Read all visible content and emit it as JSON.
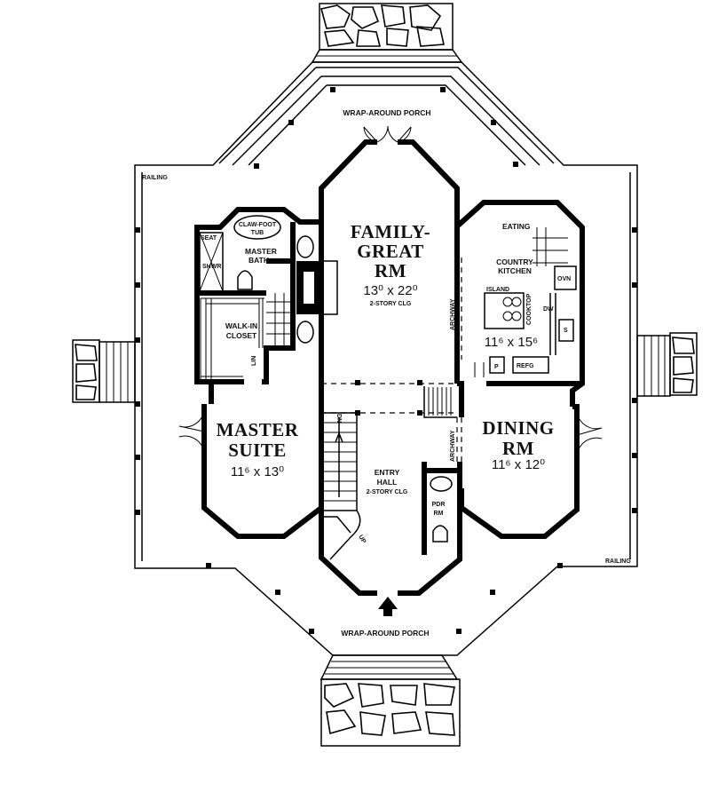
{
  "plan": {
    "labels": {
      "porch_top": "WRAP-AROUND PORCH",
      "porch_bottom": "WRAP-AROUND PORCH",
      "railing_left": "RAILING",
      "railing_right": "RAILING",
      "family_l1": "FAMILY-",
      "family_l2": "GREAT",
      "family_l3": "RM",
      "family_dim": "13⁰ x 22⁰",
      "family_note": "2-STORY CLG",
      "claw_l1": "CLAW-FOOT",
      "claw_l2": "TUB",
      "seat": "SEAT",
      "shwr": "SHWR",
      "master_bath_l1": "MASTER",
      "master_bath_l2": "BATH",
      "walkin_l1": "WALK-IN",
      "walkin_l2": "CLOSET",
      "lin": "LIN",
      "eating": "EATING",
      "kitchen_l1": "COUNTRY",
      "kitchen_l2": "KITCHEN",
      "island": "ISLAND",
      "cooktop": "COOKTOP",
      "ovn": "OVN",
      "dw": "DW",
      "sink": "S",
      "pantry": "P",
      "refg": "REFG",
      "kitchen_dim": "11⁶ x 15⁶",
      "archway_upper": "ARCHWAY",
      "archway_lower": "ARCHWAY",
      "dn": "DN",
      "up": "UP",
      "master_suite_l1": "MASTER",
      "master_suite_l2": "SUITE",
      "master_suite_dim": "11⁶ x 13⁰",
      "entry_l1": "ENTRY",
      "entry_l2": "HALL",
      "entry_note": "2-STORY CLG",
      "pdr_l1": "PDR",
      "pdr_l2": "RM",
      "dining_l1": "DINING",
      "dining_l2": "RM",
      "dining_dim": "11⁶ x 12⁰"
    }
  }
}
